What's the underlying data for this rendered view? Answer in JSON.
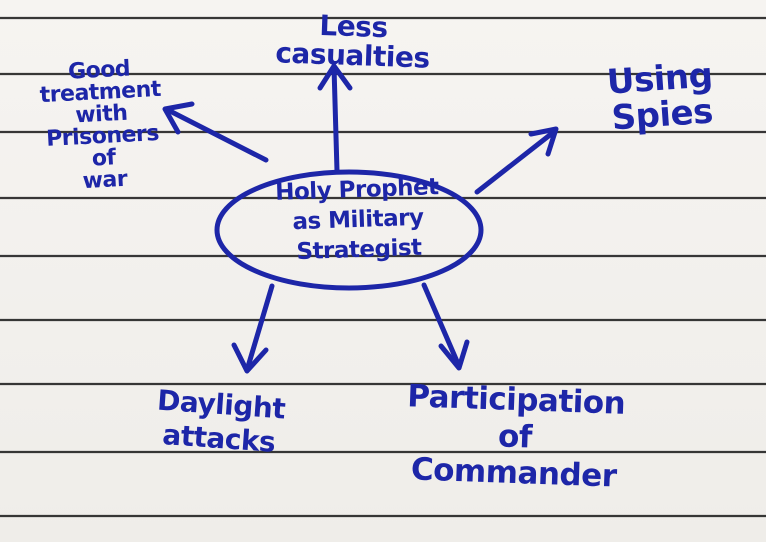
{
  "colors": {
    "ink": "#1d26a8",
    "ruled_line": "#111111",
    "paper": "#f3f1ee"
  },
  "diagram": {
    "center": "Holy Prophet\nas Military Strategist",
    "top": "Less casualties",
    "top_left": "Good treatment\nwith\nPrisoners\nof\nwar",
    "right": "Using Spies",
    "bottom_left": "Daylight\nattacks",
    "bottom_right": "Participation\nof\nCommander"
  }
}
